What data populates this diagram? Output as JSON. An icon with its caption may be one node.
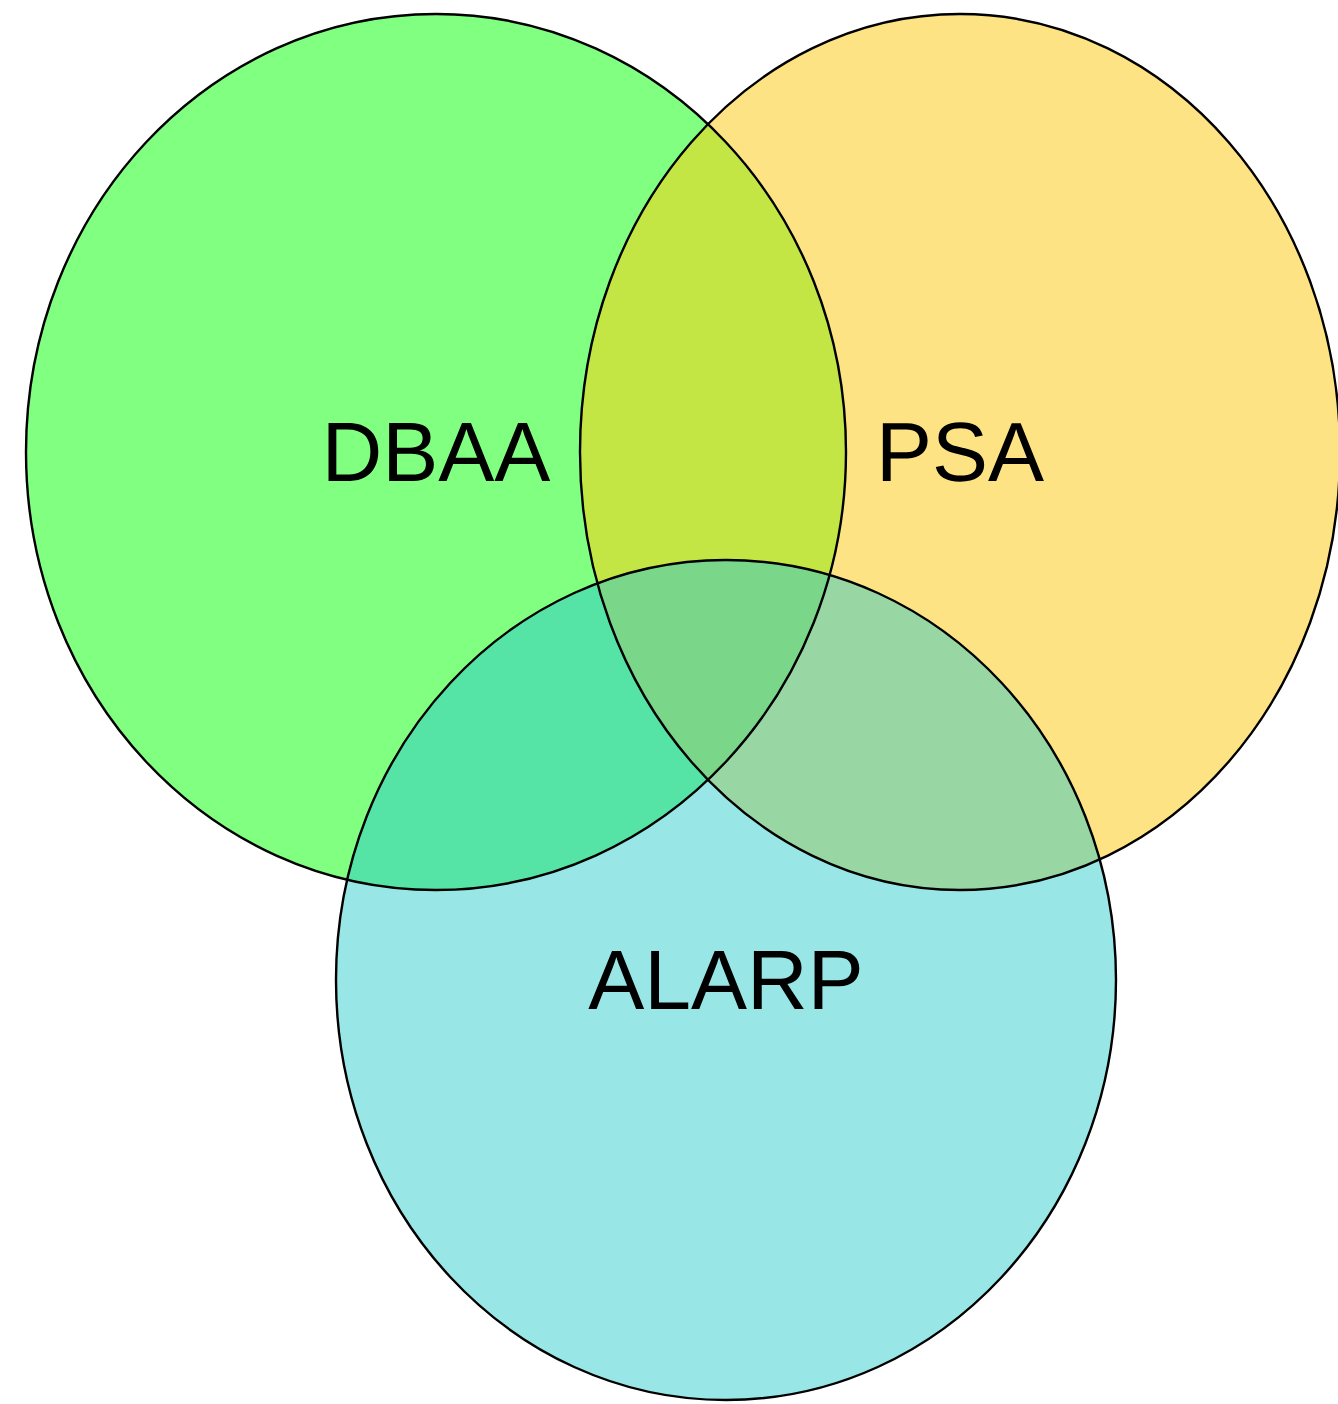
{
  "diagram": {
    "nodes": [
      {
        "text": [
          "DBAA"
        ]
      },
      {
        "text": [
          "PSA"
        ]
      },
      {
        "text": [
          "ALARP"
        ]
      }
    ]
  }
}
